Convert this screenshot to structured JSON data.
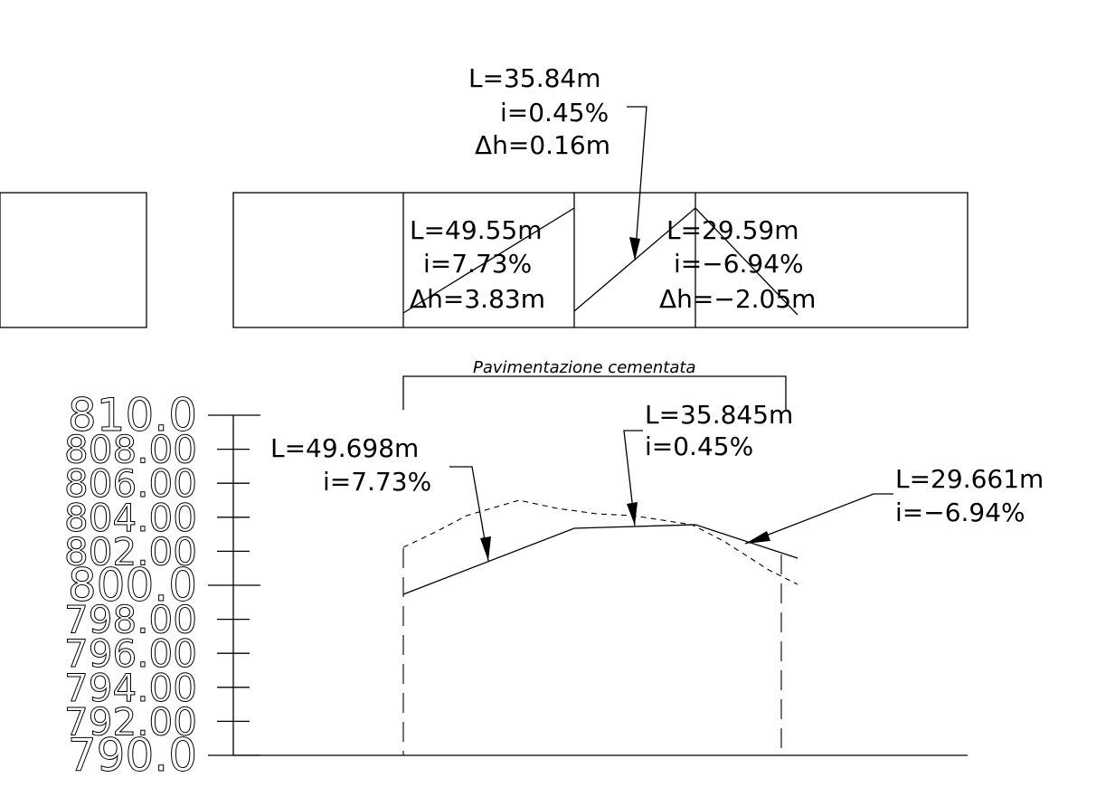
{
  "top_annotation": {
    "length": "L=35.84m",
    "slope": "i=0.45%",
    "delta_h": "Δh=0.16m"
  },
  "band_segments": [
    {
      "length": "L=49.55m",
      "slope": "i=7.73%",
      "delta_h": "Δh=3.83m"
    },
    {
      "length": "L=29.59m",
      "slope": "i=−6.94%",
      "delta_h": "Δh=−2.05m"
    }
  ],
  "pavement_label": "Pavimentazione cementata",
  "profile_annotations": [
    {
      "length": "L=49.698m",
      "slope": "i=7.73%"
    },
    {
      "length": "L=35.845m",
      "slope": "i=0.45%"
    },
    {
      "length": "L=29.661m",
      "slope": "i=−6.94%"
    }
  ],
  "elevation_scale": [
    "810.0",
    "808.00",
    "806.00",
    "804.00",
    "802.00",
    "800.0",
    "798.00",
    "796.00",
    "794.00",
    "792.00",
    "790.0"
  ]
}
